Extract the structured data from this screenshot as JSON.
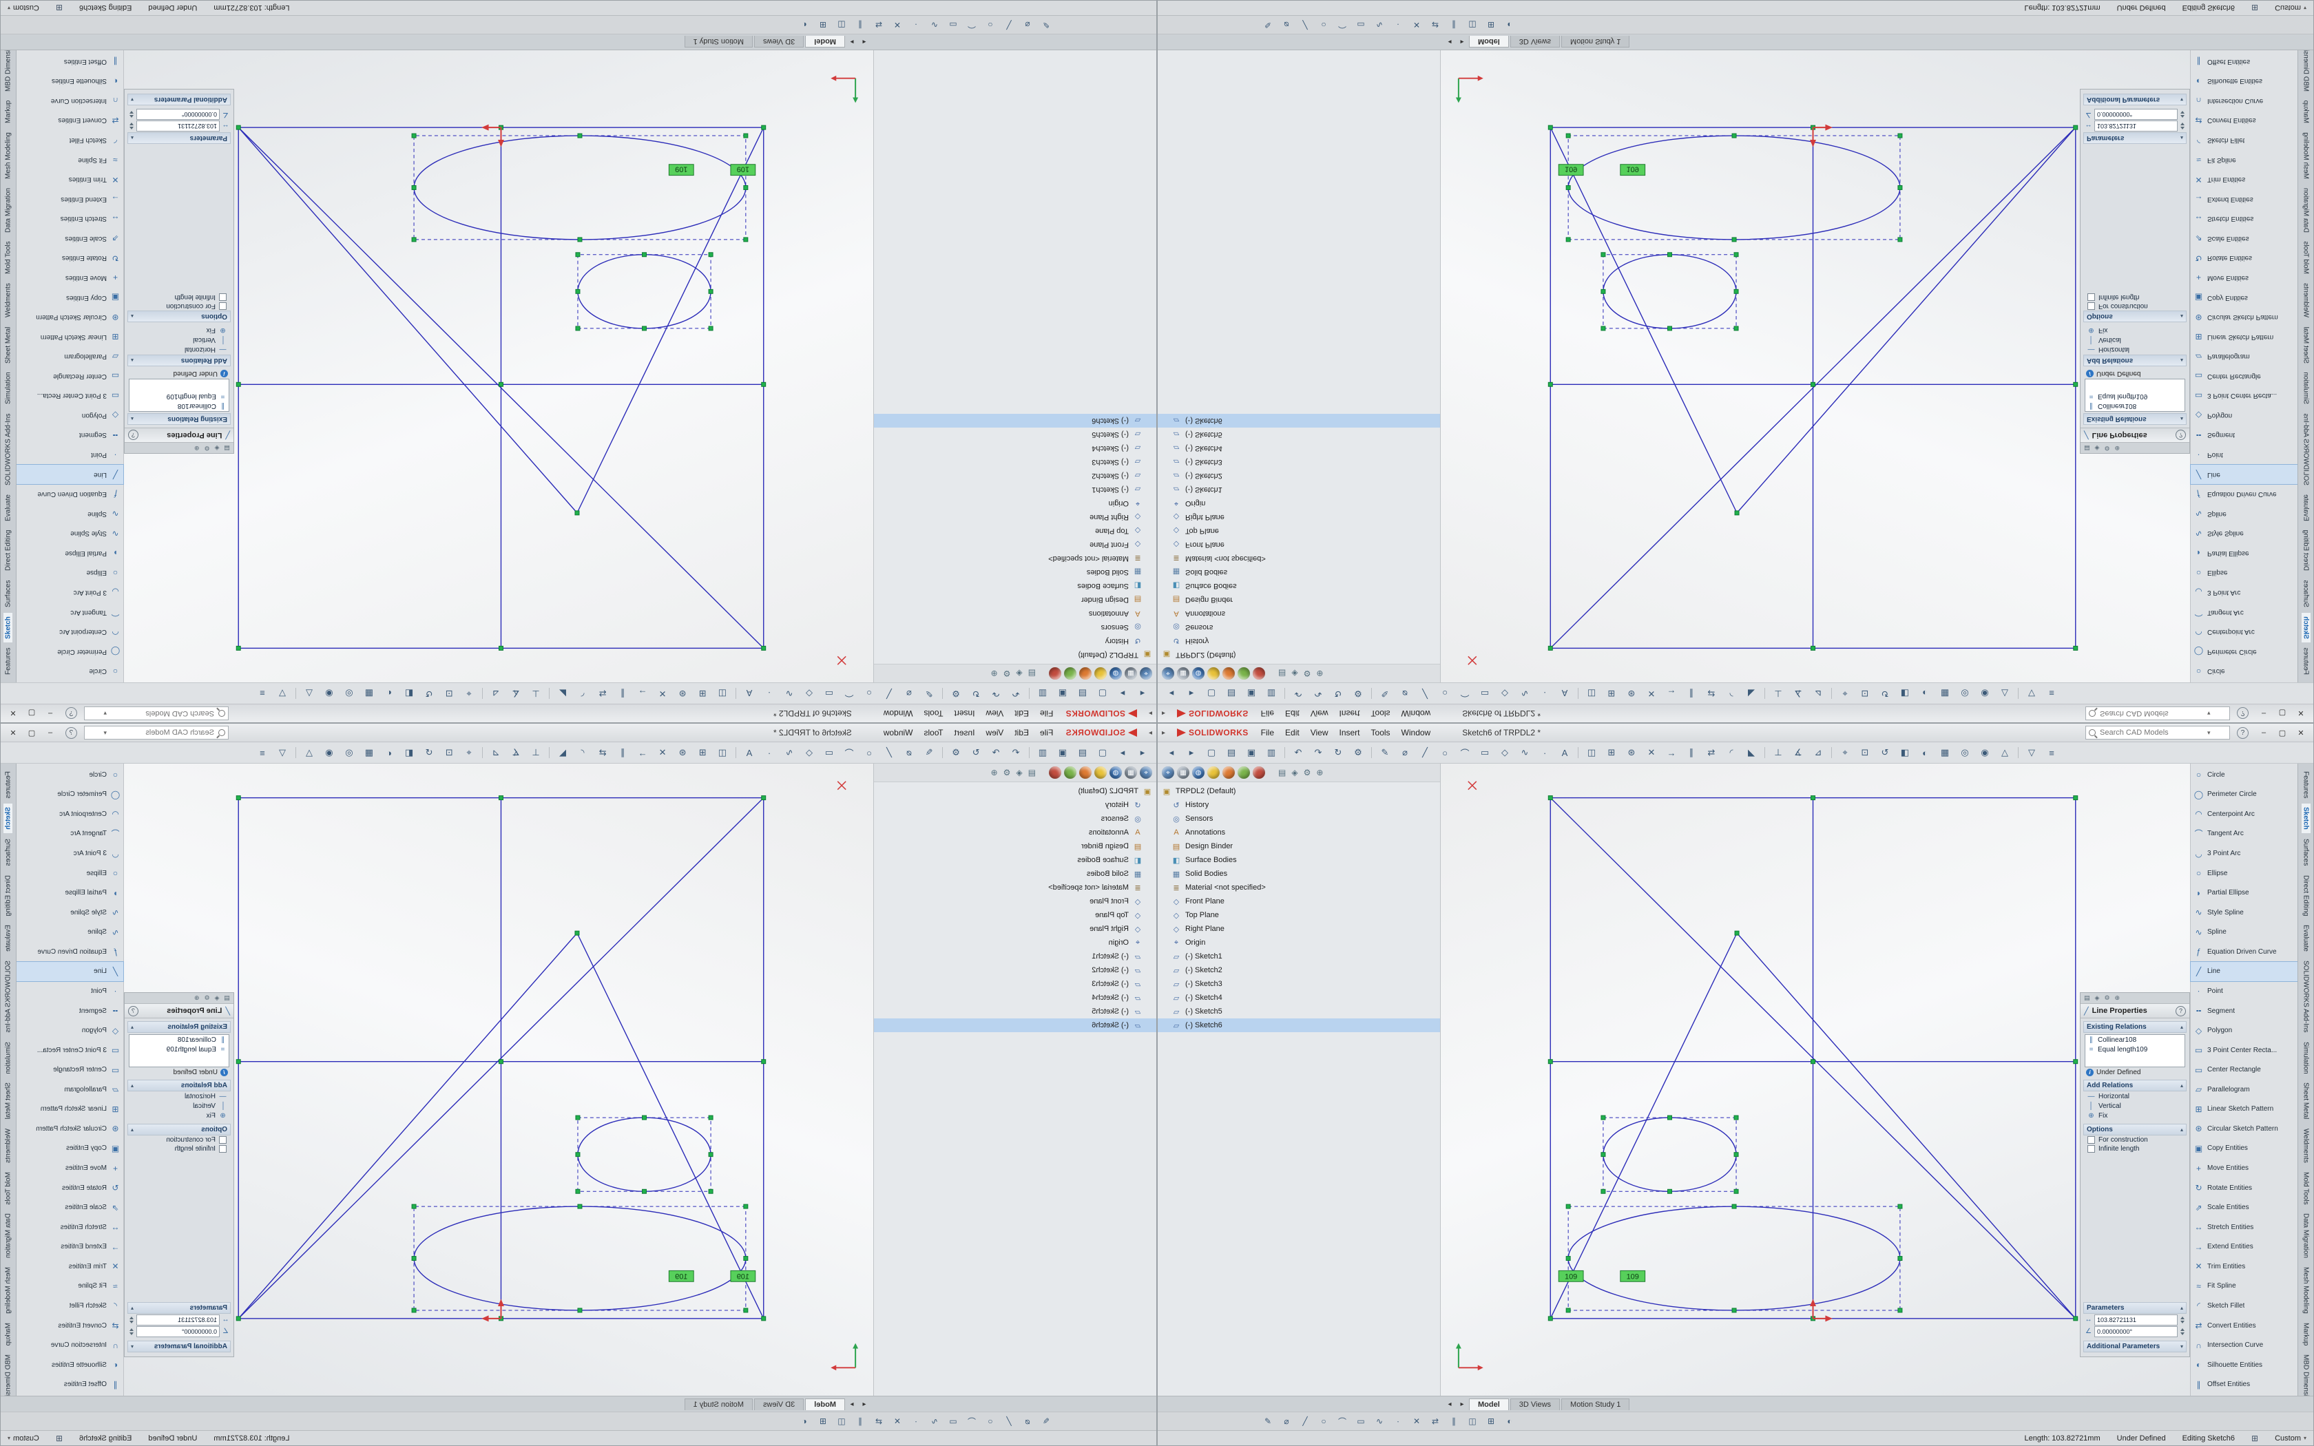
{
  "app": {
    "name": "SOLIDWORKS"
  },
  "icons": {
    "menu_chevron": "▸",
    "help": "?",
    "minimize": "–",
    "maximize": "▢",
    "close": "✕",
    "search_dropdown": "▾",
    "section_expanded": "▴",
    "section_collapsed": "▾",
    "tab_prev": "◂",
    "tab_next": "▸",
    "info": "i",
    "status_grid": "⊞",
    "profile_dropdown": "▾",
    "pm_title_icon": "╱"
  },
  "title_bar": {
    "logo_text": "SOLIDWORKS",
    "menus": [
      "File",
      "Edit",
      "View",
      "Insert",
      "Tools",
      "Window"
    ],
    "document_title": "Sketch6 of TRPDL2 *",
    "search_placeholder": "Search CAD Models"
  },
  "toolbar_main": {
    "items": [
      {
        "name": "back-icon",
        "glyph": "◂"
      },
      {
        "name": "forward-icon",
        "glyph": "▸"
      },
      {
        "name": "new-document-icon",
        "glyph": "▢"
      },
      {
        "name": "open-document-icon",
        "glyph": "▤"
      },
      {
        "name": "save-icon",
        "glyph": "▣"
      },
      {
        "name": "print-icon",
        "glyph": "▥"
      },
      {
        "name": "separator",
        "glyph": ""
      },
      {
        "name": "undo-icon",
        "glyph": "↶"
      },
      {
        "name": "redo-icon",
        "glyph": "↷"
      },
      {
        "name": "rebuild-icon",
        "glyph": "↻"
      },
      {
        "name": "options-gear-icon",
        "glyph": "⚙"
      },
      {
        "name": "separator",
        "glyph": ""
      },
      {
        "name": "sketch-icon",
        "glyph": "✎"
      },
      {
        "name": "smart-dimension-icon",
        "glyph": "⌀"
      },
      {
        "name": "line-icon",
        "glyph": "╱"
      },
      {
        "name": "circle-icon",
        "glyph": "○"
      },
      {
        "name": "arc-icon",
        "glyph": "⌒"
      },
      {
        "name": "rectangle-icon",
        "glyph": "▭"
      },
      {
        "name": "polygon-icon",
        "glyph": "◇"
      },
      {
        "name": "spline-icon",
        "glyph": "∿"
      },
      {
        "name": "point-icon",
        "glyph": "∙"
      },
      {
        "name": "text-icon",
        "glyph": "A"
      },
      {
        "name": "separator",
        "glyph": ""
      },
      {
        "name": "mirror-entities-icon",
        "glyph": "◫"
      },
      {
        "name": "linear-pattern-icon",
        "glyph": "⊞"
      },
      {
        "name": "circular-pattern-icon",
        "glyph": "⊛"
      },
      {
        "name": "trim-entities-icon",
        "glyph": "✕"
      },
      {
        "name": "extend-entities-icon",
        "glyph": "→"
      },
      {
        "name": "offset-entities-icon",
        "glyph": "∥"
      },
      {
        "name": "convert-entities-icon",
        "glyph": "⇄"
      },
      {
        "name": "sketch-fillet-icon",
        "glyph": "◜"
      },
      {
        "name": "chamfer-icon",
        "glyph": "◣"
      },
      {
        "name": "separator",
        "glyph": ""
      },
      {
        "name": "add-relation-icon",
        "glyph": "⊥"
      },
      {
        "name": "angle-dimension-icon",
        "glyph": "∡"
      },
      {
        "name": "measure-icon",
        "glyph": "⊿"
      },
      {
        "name": "separator",
        "glyph": ""
      },
      {
        "name": "zoom-fit-icon",
        "glyph": "⌖"
      },
      {
        "name": "zoom-area-icon",
        "glyph": "⊡"
      },
      {
        "name": "previous-view-icon",
        "glyph": "↺"
      },
      {
        "name": "section-view-icon",
        "glyph": "◧"
      },
      {
        "name": "display-style-icon",
        "glyph": "◐"
      },
      {
        "name": "view-orientation-icon",
        "glyph": "▦"
      },
      {
        "name": "hide-show-icon",
        "glyph": "◎"
      },
      {
        "name": "appearance-icon",
        "glyph": "◉"
      },
      {
        "name": "scene-icon",
        "glyph": "△"
      },
      {
        "name": "separator",
        "glyph": ""
      },
      {
        "name": "filter-icon",
        "glyph": "▽"
      },
      {
        "name": "settings-list-icon",
        "glyph": "≡"
      }
    ]
  },
  "view_toolbar": {
    "orbs": [
      {
        "name": "zoom-fit-orb-icon",
        "glyph": "⌖",
        "bg": "#5b87b8"
      },
      {
        "name": "view-cube-orb-icon",
        "glyph": "▦",
        "bg": "#8d99a6"
      },
      {
        "name": "globe-orb-icon",
        "glyph": "◍",
        "bg": "#3f75b5"
      },
      {
        "name": "yellow-appearance-orb-icon",
        "glyph": "",
        "bg": "#e8c23a"
      },
      {
        "name": "orange-scene-orb-icon",
        "glyph": "",
        "bg": "#dd7a33"
      },
      {
        "name": "green-orb-icon",
        "glyph": "",
        "bg": "#79b34a"
      },
      {
        "name": "red-orb-icon",
        "glyph": "",
        "bg": "#c24d3f"
      }
    ],
    "manager_tabs": [
      {
        "name": "featuremanager-tab-icon",
        "glyph": "▤"
      },
      {
        "name": "propertymanager-tab-icon",
        "glyph": "◈"
      },
      {
        "name": "configurationmanager-tab-icon",
        "glyph": "⚙"
      },
      {
        "name": "dimxpertmanager-tab-icon",
        "glyph": "⊕"
      }
    ]
  },
  "feature_tree": {
    "items": [
      {
        "label": "TRPDL2 (Default)",
        "icon": "▣",
        "fg": "#b08a2e",
        "indent": 0
      },
      {
        "label": "History",
        "icon": "↺",
        "fg": "#4a6fa5",
        "indent": 1
      },
      {
        "label": "Sensors",
        "icon": "◎",
        "fg": "#4a6fa5",
        "indent": 1
      },
      {
        "label": "Annotations",
        "icon": "A",
        "fg": "#b3762f",
        "indent": 1
      },
      {
        "label": "Design Binder",
        "icon": "▤",
        "fg": "#b3762f",
        "indent": 1
      },
      {
        "label": "Surface Bodies",
        "icon": "◧",
        "fg": "#4a8fb5",
        "indent": 1
      },
      {
        "label": "Solid Bodies",
        "icon": "▦",
        "fg": "#5a7fa5",
        "indent": 1
      },
      {
        "label": "Material <not specified>",
        "icon": "≣",
        "fg": "#8a6d3b",
        "indent": 1
      },
      {
        "label": "Front Plane",
        "icon": "◇",
        "fg": "#4a6fa5",
        "indent": 1
      },
      {
        "label": "Top Plane",
        "icon": "◇",
        "fg": "#4a6fa5",
        "indent": 1
      },
      {
        "label": "Right Plane",
        "icon": "◇",
        "fg": "#4a6fa5",
        "indent": 1
      },
      {
        "label": "Origin",
        "icon": "⌖",
        "fg": "#3a5f9f",
        "indent": 1
      },
      {
        "label": "(-) Sketch1",
        "icon": "▱",
        "fg": "#4a6fa5",
        "indent": 1
      },
      {
        "label": "(-) Sketch2",
        "icon": "▱",
        "fg": "#4a6fa5",
        "indent": 1
      },
      {
        "label": "(-) Sketch3",
        "icon": "▱",
        "fg": "#4a6fa5",
        "indent": 1
      },
      {
        "label": "(-) Sketch4",
        "icon": "▱",
        "fg": "#4a6fa5",
        "indent": 1
      },
      {
        "label": "(-) Sketch5",
        "icon": "▱",
        "fg": "#4a6fa5",
        "indent": 1
      },
      {
        "label": "(-) Sketch6",
        "icon": "▱",
        "fg": "#4a6fa5",
        "indent": 1,
        "active": true
      }
    ]
  },
  "graphics": {
    "dim1": "109",
    "dim2": "109",
    "sketch_line_color": "#2b2bb8",
    "marker_color": "#21b14c",
    "dimension_highlight": "#57d05b"
  },
  "property_manager": {
    "title": "Line Properties",
    "sections": {
      "existing_relations": {
        "label": "Existing Relations",
        "relations": [
          {
            "glyph": "∥",
            "label": "Collinear108"
          },
          {
            "glyph": "=",
            "label": "Equal length109"
          }
        ],
        "status_label": "Under Defined"
      },
      "add_relations": {
        "label": "Add Relations",
        "buttons": [
          {
            "glyph": "—",
            "label": "Horizontal"
          },
          {
            "glyph": "│",
            "label": "Vertical"
          },
          {
            "glyph": "⊕",
            "label": "Fix"
          }
        ]
      },
      "options": {
        "label": "Options",
        "checkboxes": [
          {
            "label": "For construction"
          },
          {
            "label": "Infinite length"
          }
        ]
      },
      "parameters": {
        "label": "Parameters",
        "fields": [
          {
            "glyph": "↔",
            "value": "103.82721131"
          },
          {
            "glyph": "∠",
            "value": "0.00000000°"
          }
        ]
      },
      "additional_parameters": {
        "label": "Additional Parameters"
      }
    }
  },
  "sketch_tools": {
    "items": [
      {
        "label": "Circle",
        "glyph": "○"
      },
      {
        "label": "Perimeter Circle",
        "glyph": "◯"
      },
      {
        "label": "Centerpoint Arc",
        "glyph": "◠"
      },
      {
        "label": "Tangent Arc",
        "glyph": "⌒"
      },
      {
        "label": "3 Point Arc",
        "glyph": "◡"
      },
      {
        "label": "Ellipse",
        "glyph": "○"
      },
      {
        "label": "Partial Ellipse",
        "glyph": "◗"
      },
      {
        "label": "Style Spline",
        "glyph": "∿"
      },
      {
        "label": "Spline",
        "glyph": "∿"
      },
      {
        "label": "Equation Driven Curve",
        "glyph": "ƒ"
      },
      {
        "label": "Line",
        "glyph": "╱",
        "active": true
      },
      {
        "label": "Point",
        "glyph": "∙"
      },
      {
        "label": "Segment",
        "glyph": "╍"
      },
      {
        "label": "Polygon",
        "glyph": "◇"
      },
      {
        "label": "3 Point Center Recta...",
        "glyph": "▭"
      },
      {
        "label": "Center Rectangle",
        "glyph": "▭"
      },
      {
        "label": "Parallelogram",
        "glyph": "▱"
      },
      {
        "label": "Linear Sketch Pattern",
        "glyph": "⊞"
      },
      {
        "label": "Circular Sketch Pattern",
        "glyph": "⊛"
      },
      {
        "label": "Copy Entities",
        "glyph": "▣"
      },
      {
        "label": "Move Entities",
        "glyph": "+"
      },
      {
        "label": "Rotate Entities",
        "glyph": "↻"
      },
      {
        "label": "Scale Entities",
        "glyph": "⇗"
      },
      {
        "label": "Stretch Entities",
        "glyph": "↔"
      },
      {
        "label": "Extend Entities",
        "glyph": "→"
      },
      {
        "label": "Trim Entities",
        "glyph": "✕"
      },
      {
        "label": "Fit Spline",
        "glyph": "≈"
      },
      {
        "label": "Sketch Fillet",
        "glyph": "◜"
      },
      {
        "label": "Convert Entities",
        "glyph": "⇄"
      },
      {
        "label": "Intersection Curve",
        "glyph": "∩"
      },
      {
        "label": "Silhouette Entities",
        "glyph": "◐"
      },
      {
        "label": "Offset Entities",
        "glyph": "∥"
      }
    ]
  },
  "command_tabs": {
    "items": [
      {
        "label": "Features"
      },
      {
        "label": "Sketch",
        "active": true
      },
      {
        "label": "Surfaces"
      },
      {
        "label": "Direct Editing"
      },
      {
        "label": "Evaluate"
      },
      {
        "label": "SOLIDWORKS Add-Ins"
      },
      {
        "label": "Simulation"
      },
      {
        "label": "Sheet Metal"
      },
      {
        "label": "Weldments"
      },
      {
        "label": "Mold Tools"
      },
      {
        "label": "Data Migration"
      },
      {
        "label": "Mesh Modeling"
      },
      {
        "label": "Markup"
      },
      {
        "label": "MBD Dimensions"
      }
    ]
  },
  "model_tabs": {
    "items": [
      {
        "label": "Model",
        "active": true
      },
      {
        "label": "3D Views"
      },
      {
        "label": "Motion Study 1"
      }
    ]
  },
  "bottom_toolbar": {
    "items": [
      {
        "name": "sketch-icon",
        "glyph": "✎"
      },
      {
        "name": "smart-dimension-icon",
        "glyph": "⌀"
      },
      {
        "name": "line-icon",
        "glyph": "╱"
      },
      {
        "name": "circle-icon",
        "glyph": "○"
      },
      {
        "name": "arc-icon",
        "glyph": "⌒"
      },
      {
        "name": "rectangle-icon",
        "glyph": "▭"
      },
      {
        "name": "spline-icon",
        "glyph": "∿"
      },
      {
        "name": "point-icon",
        "glyph": "∙"
      },
      {
        "name": "trim-entities-icon",
        "glyph": "✕"
      },
      {
        "name": "convert-entities-icon",
        "glyph": "⇄"
      },
      {
        "name": "offset-entities-icon",
        "glyph": "∥"
      },
      {
        "name": "mirror-entities-icon",
        "glyph": "◫"
      },
      {
        "name": "pattern-icon",
        "glyph": "⊞"
      },
      {
        "name": "display-style-icon",
        "glyph": "◐"
      }
    ]
  },
  "status_bar": {
    "length": "Length: 103.82721mm",
    "state": "Under Defined",
    "mode": "Editing Sketch6",
    "profile": "Custom"
  }
}
